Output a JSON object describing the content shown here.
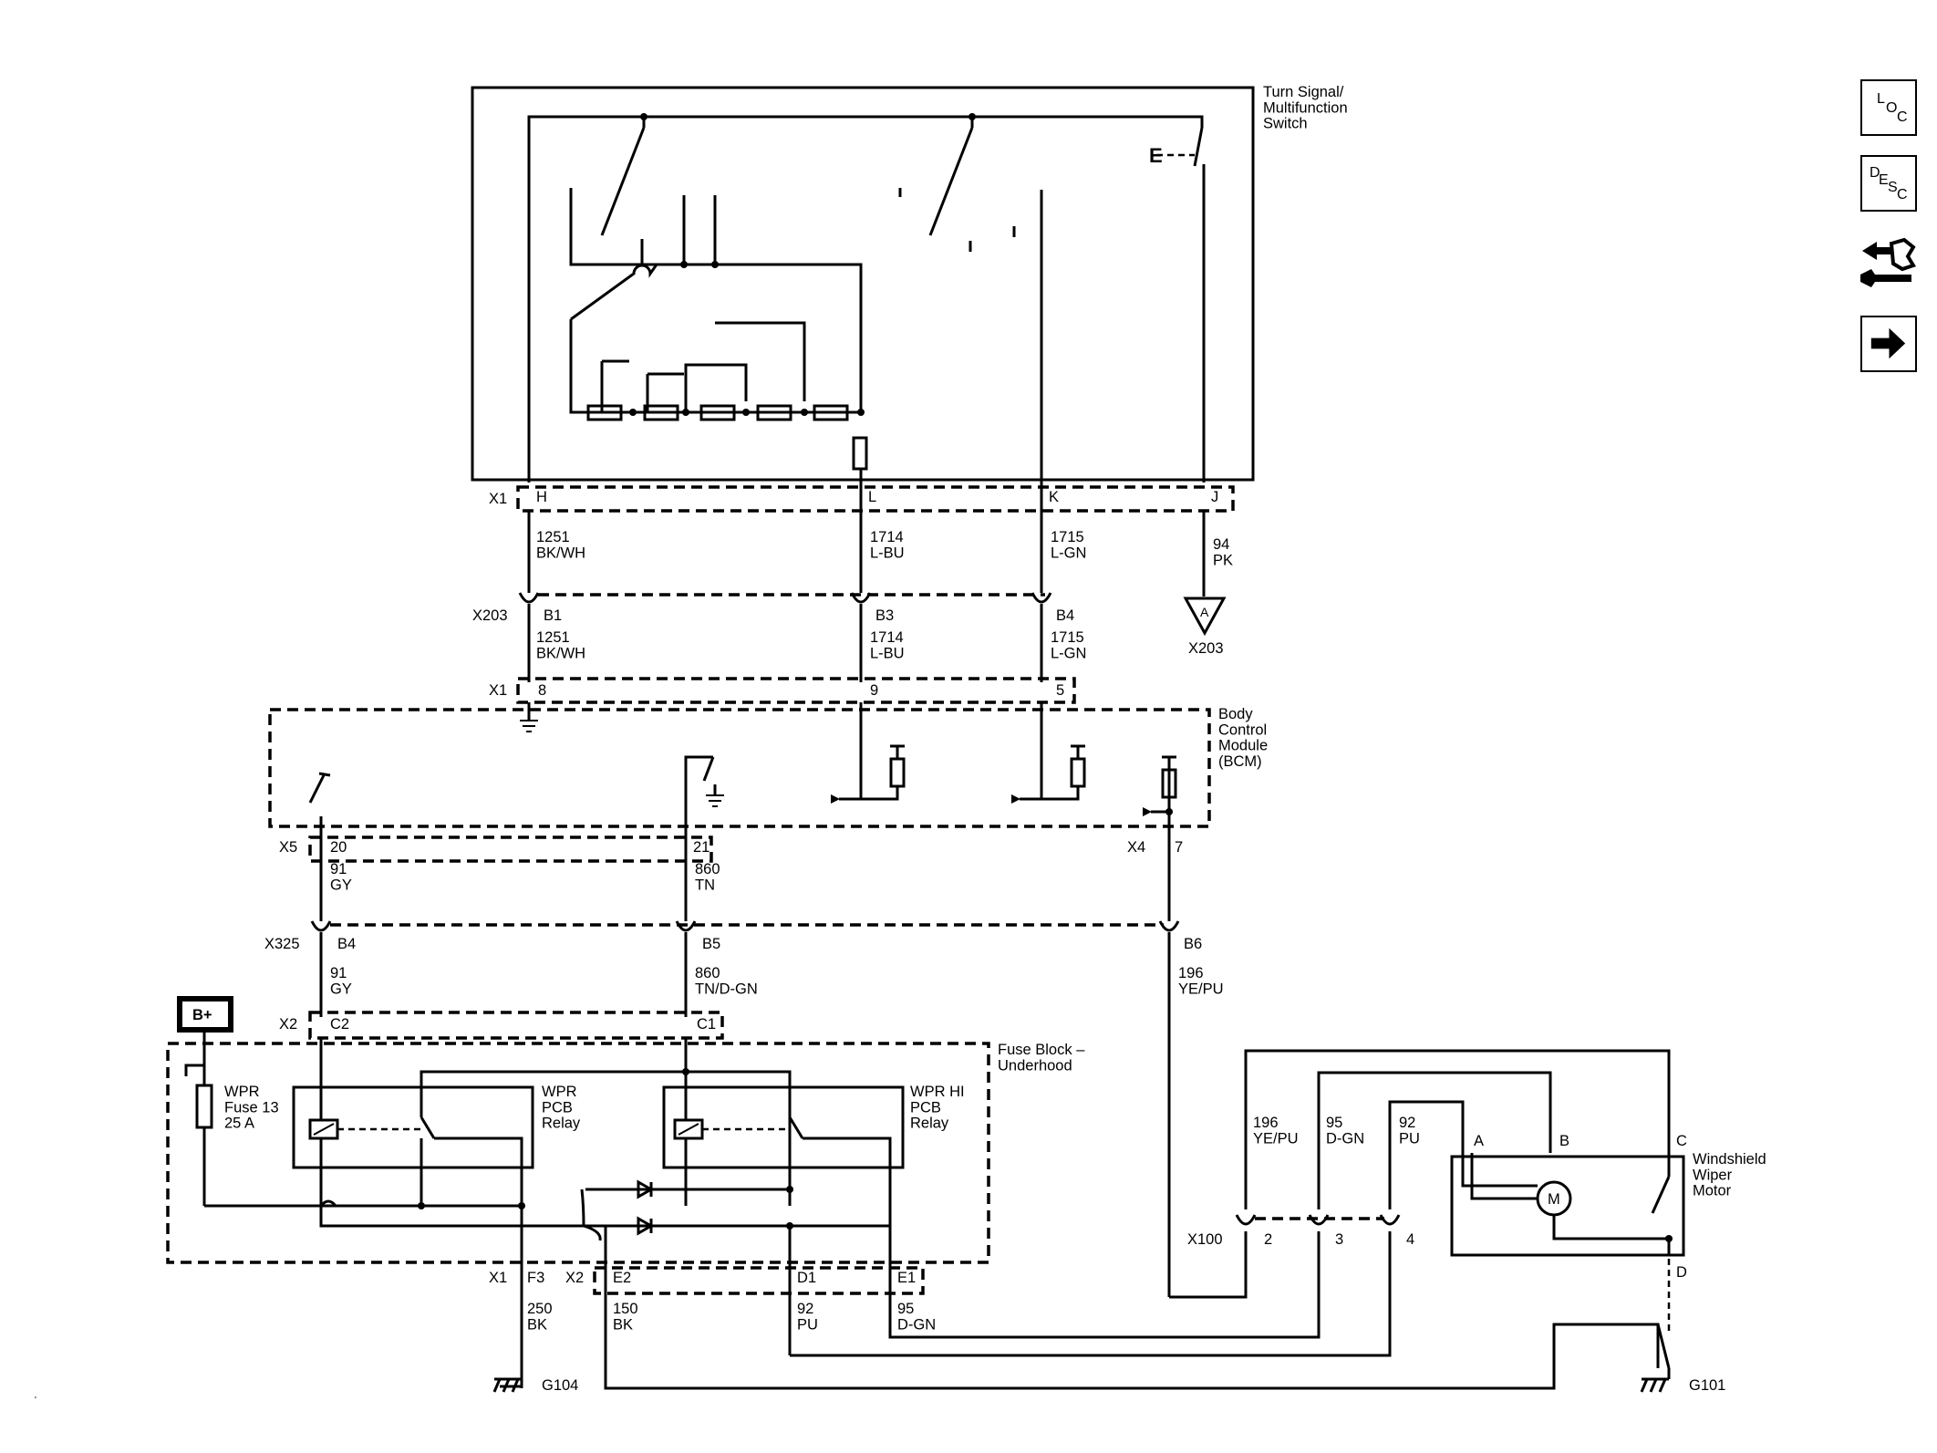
{
  "components": {
    "switch": "Turn Signal/\nMultifunction\nSwitch",
    "bcm": "Body\nControl\nModule\n(BCM)",
    "fuse_block": "Fuse Block –\nUnderhood",
    "wpr_relay": "WPR\nPCB\nRelay",
    "wpr_hi_relay": "WPR HI\nPCB\nRelay",
    "fuse": "WPR\nFuse 13\n25 A",
    "motor": "Windshield\nWiper\nMotor",
    "battery": "B+",
    "motor_symbol": "M",
    "e_switch": "E"
  },
  "connectors": {
    "x1": "X1",
    "x203": "X203",
    "x5": "X5",
    "x4": "X4",
    "x325": "X325",
    "x2": "X2",
    "x100": "X100",
    "x203_inline": "X203"
  },
  "pins": {
    "sw_h": "H",
    "sw_l": "L",
    "sw_k": "K",
    "sw_j": "J",
    "x203_b1": "B1",
    "x203_b3": "B3",
    "x203_b4": "B4",
    "x203_a": "A",
    "bcm_8": "8",
    "bcm_9": "9",
    "bcm_5": "5",
    "bcm_20": "20",
    "bcm_21": "21",
    "bcm_7": "7",
    "x325_b4": "B4",
    "x325_b5": "B5",
    "x325_b6": "B6",
    "fb_c2": "C2",
    "fb_c1": "C1",
    "fb_f3": "F3",
    "fb_e2": "E2",
    "fb_d1": "D1",
    "fb_e1": "E1",
    "x100_2": "2",
    "x100_3": "3",
    "x100_4": "4",
    "mot_a": "A",
    "mot_b": "B",
    "mot_c": "C",
    "mot_d": "D"
  },
  "wires": {
    "w1251_a": "1251\nBK/WH",
    "w1714_a": "1714\nL-BU",
    "w1715_a": "1715\nL-GN",
    "w94": "94\nPK",
    "w1251_b": "1251\nBK/WH",
    "w1714_b": "1714\nL-BU",
    "w1715_b": "1715\nL-GN",
    "w91_a": "91\nGY",
    "w860_a": "860\nTN",
    "w91_b": "91\nGY",
    "w860_b": "860\nTN/D-GN",
    "w196_a": "196\nYE/PU",
    "w196_b": "196\nYE/PU",
    "w95_a": "95\nD-GN",
    "w92_a": "92\nPU",
    "w250": "250\nBK",
    "w150": "150\nBK",
    "w92_b": "92\nPU",
    "w95_b": "95\nD-GN"
  },
  "grounds": {
    "g104": "G104",
    "g101": "G101"
  },
  "sidebar": {
    "loc": {
      "l1": "L",
      "l2": "O",
      "l3": "C"
    },
    "desc": {
      "l1": "D",
      "l2": "E",
      "l3": "S",
      "l4": "C"
    },
    "connector_icon": "connector-icon",
    "next_icon": "arrow-right-icon"
  },
  "footer_mark": "'"
}
